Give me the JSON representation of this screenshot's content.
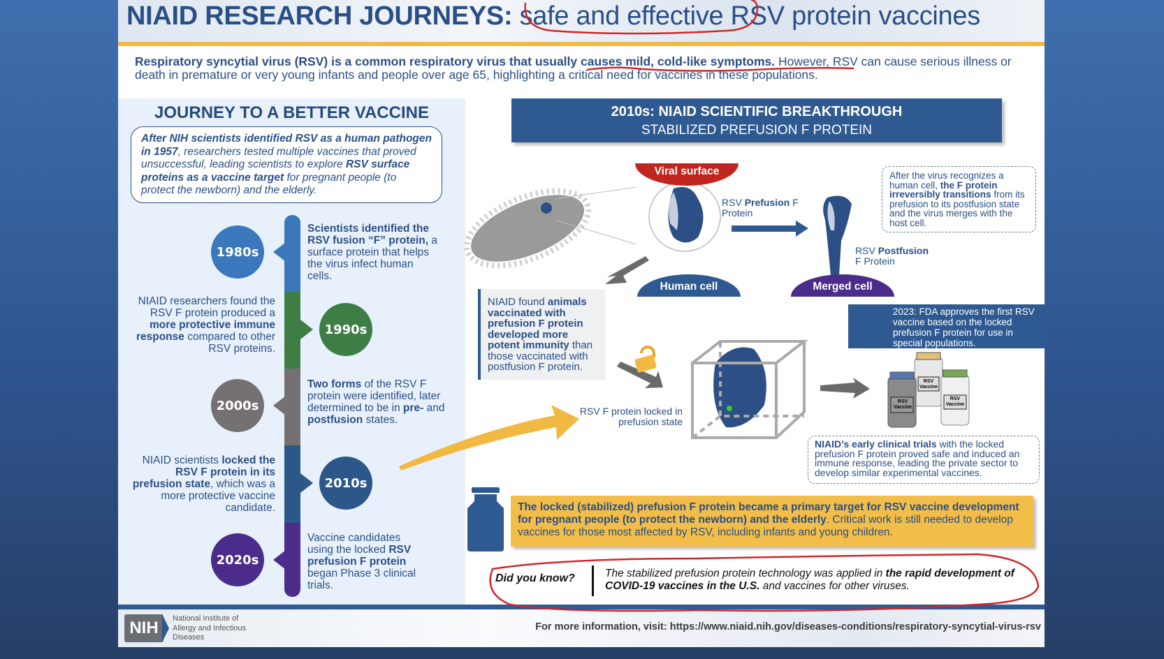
{
  "header": {
    "title_bold": "NIAID RESEARCH JOURNEYS:",
    "title_rest": " safe and effective RSV protein vaccines"
  },
  "intro": [
    [
      "Respiratory syncytial virus (RSV) is a common respiratory virus that usually causes mild, cold-like symptoms.",
      true
    ],
    [
      " However, RSV can cause serious illness or death in premature or very young infants and people over age 65, highlighting a critical need for vaccines in these populations.",
      false
    ]
  ],
  "journey": {
    "heading": "JOURNEY TO A BETTER VACCINE",
    "intro": [
      [
        "After NIH scientists identified RSV as a human pathogen in 1957",
        true
      ],
      [
        ", researchers tested multiple vaccines that proved unsuccessful, leading scientists to explore ",
        false
      ],
      [
        "RSV surface proteins as a vaccine target",
        true
      ],
      [
        " for pregnant people (to protect the newborn) and the elderly.",
        false
      ]
    ],
    "timeline": [
      {
        "label": "1980s",
        "color": "#3a78bb",
        "text": [
          [
            "Scientists identified the RSV fusion “F” protein,",
            true
          ],
          [
            " a surface protein that helps the virus infect human cells.",
            false
          ]
        ]
      },
      {
        "label": "1990s",
        "color": "#3f7d46",
        "text": [
          [
            "NIAID researchers found the RSV F protein produced a ",
            false
          ],
          [
            "more protective immune response",
            true
          ],
          [
            " compared to other RSV proteins.",
            false
          ]
        ]
      },
      {
        "label": "2000s",
        "color": "#757172",
        "text": [
          [
            "Two forms",
            true
          ],
          [
            " of the RSV F protein were identified, later determined to be in ",
            false
          ],
          [
            "pre-",
            true
          ],
          [
            " and ",
            false
          ],
          [
            "postfusion",
            true
          ],
          [
            " states.",
            false
          ]
        ]
      },
      {
        "label": "2010s",
        "color": "#2c5789",
        "text": [
          [
            "NIAID scientists ",
            false
          ],
          [
            "locked the RSV F protein in its prefusion state",
            true
          ],
          [
            ", which was a more protective vaccine candidate.",
            false
          ]
        ]
      },
      {
        "label": "2020s",
        "color": "#4b2c8a",
        "text": [
          [
            "Vaccine candidates using the locked ",
            false
          ],
          [
            "RSV prefusion F protein",
            true
          ],
          [
            " began Phase 3 clinical trials.",
            false
          ]
        ]
      }
    ]
  },
  "breakthrough": {
    "heading1": "2010s: NIAID SCIENTIFIC BREAKTHROUGH",
    "heading2": "STABILIZED PREFUSION F PROTEIN",
    "viral_surface": "Viral surface",
    "human_cell": "Human cell",
    "merged_cell": "Merged cell",
    "prefusion_label": [
      [
        "RSV ",
        false
      ],
      [
        "Prefusion",
        true
      ],
      [
        " F Protein",
        false
      ]
    ],
    "postfusion_label": [
      [
        "RSV ",
        false
      ],
      [
        "Postfusion",
        true
      ],
      [
        " F Protein",
        false
      ]
    ],
    "transition_note": [
      [
        "After the virus recognizes a human cell, ",
        false
      ],
      [
        "the F protein irreversibly transitions",
        true
      ],
      [
        " from its prefusion to its postfusion state and the virus merges with the host cell.",
        false
      ]
    ],
    "animals_note": [
      [
        "NIAID found ",
        false
      ],
      [
        "animals vaccinated with prefusion F protein developed more potent immunity",
        true
      ],
      [
        " than those vaccinated with postfusion F protein.",
        false
      ]
    ],
    "locked_label": "RSV F protein locked in prefusion state",
    "fda_note": "2023: FDA approves the first RSV vaccine based on the locked prefusion F protein for use in special populations.",
    "vial_label": "RSV Vaccine",
    "trials_note": [
      [
        "NIAID’s early clinical trials",
        true
      ],
      [
        " with the locked prefusion F protein proved safe and induced an immune response, leading the private sector to develop similar experimental vaccines.",
        false
      ]
    ],
    "target_note": [
      [
        "The locked (stabilized) prefusion F protein became a primary target for RSV vaccine development for pregnant people (to protect the newborn) and the elderly",
        true
      ],
      [
        ". Critical work is still needed to develop vaccines for those most affected by RSV, including infants and young children.",
        false
      ]
    ],
    "did_you_know_label": "Did you know?",
    "did_you_know_text": [
      [
        "The stabilized prefusion protein technology was applied in ",
        false
      ],
      [
        "the rapid development of COVID-19 vaccines in the U.S.",
        true
      ],
      [
        " and vaccines for other viruses.",
        false
      ]
    ]
  },
  "footer": {
    "logo": "NIH",
    "org_name": "National Institute of Allergy and Infectious Diseases",
    "more_info": "For more information, visit: https://www.niaid.nih.gov/diseases-conditions/respiratory-syncytial-virus-rsv"
  },
  "colors": {
    "brand_blue": "#2e5a91",
    "accent_yellow": "#f2bd48",
    "annotation_red": "#d0262a"
  }
}
